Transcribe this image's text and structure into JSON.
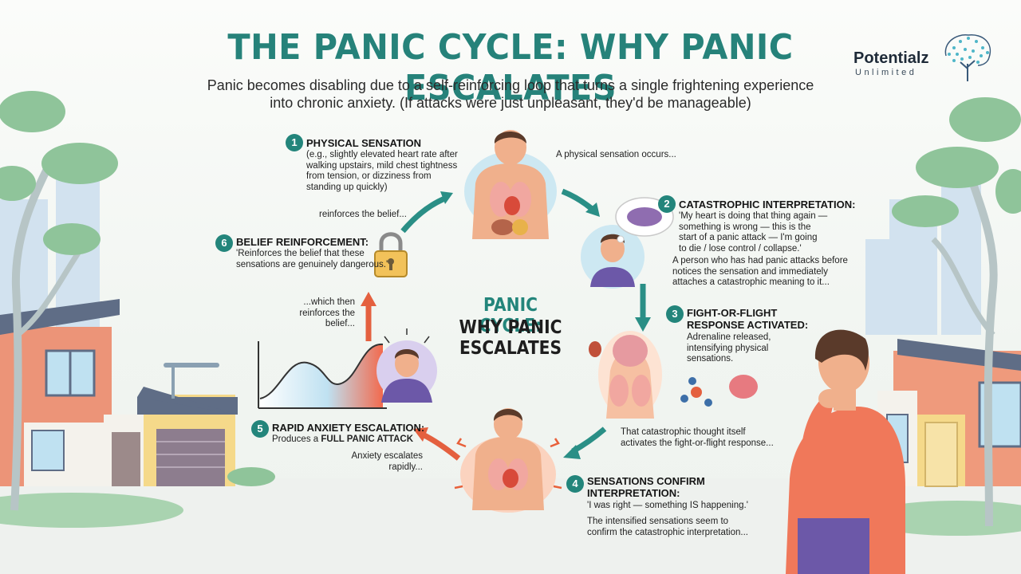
{
  "header": {
    "title": "THE PANIC CYCLE: WHY PANIC ESCALATES",
    "subtitle_line1": "Panic becomes disabling due to a self-reinforcing loop that turns a single frightening experience",
    "subtitle_line2": "into chronic anxiety. (If attacks were just unpleasant, they'd be manageable)"
  },
  "logo": {
    "name": "Potentialz",
    "tagline": "Unlimited"
  },
  "center": {
    "line1": "PANIC CYCLE:",
    "line2": "WHY PANIC",
    "line3": "ESCALATES"
  },
  "steps": [
    {
      "number": "1",
      "heading": "PHYSICAL SENSATION",
      "body": [
        "(e.g., slightly elevated heart rate after",
        "walking upstairs, mild chest tightness",
        "from tension, or dizziness from",
        "standing up quickly)"
      ],
      "note": "A physical sensation occurs..."
    },
    {
      "number": "2",
      "heading": "CATASTROPHIC INTERPRETATION:",
      "body": [
        "'My heart is doing that thing again —",
        "something is wrong — this is the",
        "start of a panic attack — I'm going",
        "to die / lose control / collapse.'"
      ],
      "note": [
        "A person who has had panic attacks before",
        "notices the sensation and immediately",
        "attaches a catastrophic meaning to it..."
      ]
    },
    {
      "number": "3",
      "heading": [
        "FIGHT-OR-FLIGHT",
        "RESPONSE ACTIVATED:"
      ],
      "body": [
        "Adrenaline released,",
        "intensifying physical",
        "sensations."
      ],
      "note": [
        "That catastrophic thought itself",
        "activates the fight-or-flight response..."
      ]
    },
    {
      "number": "4",
      "heading": [
        "SENSATIONS CONFIRM",
        "INTERPRETATION:"
      ],
      "body": "'I was right — something IS happening.'",
      "note": [
        "The intensified sensations seem to",
        "confirm the catastrophic interpretation..."
      ]
    },
    {
      "number": "5",
      "heading": "RAPID ANXIETY ESCALATION:",
      "body_prefix": "Produces a ",
      "body_bold": "FULL PANIC ATTACK",
      "note": [
        "Anxiety escalates",
        "rapidly..."
      ]
    },
    {
      "number": "6",
      "heading": "BELIEF REINFORCEMENT:",
      "body": [
        "'Reinforces the belief that these",
        "sensations are genuinely dangerous.'"
      ],
      "note": "reinforces the belief...",
      "note2": [
        "...which then",
        "reinforces the belief..."
      ]
    }
  ],
  "colors": {
    "teal": "#23857b",
    "arrow_teal": "#2a8f86",
    "arrow_red": "#e4603f",
    "skin": "#f0b08c",
    "shirt_orange": "#f0785a",
    "house_orange": "#e9876a",
    "tree_green": "#8fc49a"
  }
}
